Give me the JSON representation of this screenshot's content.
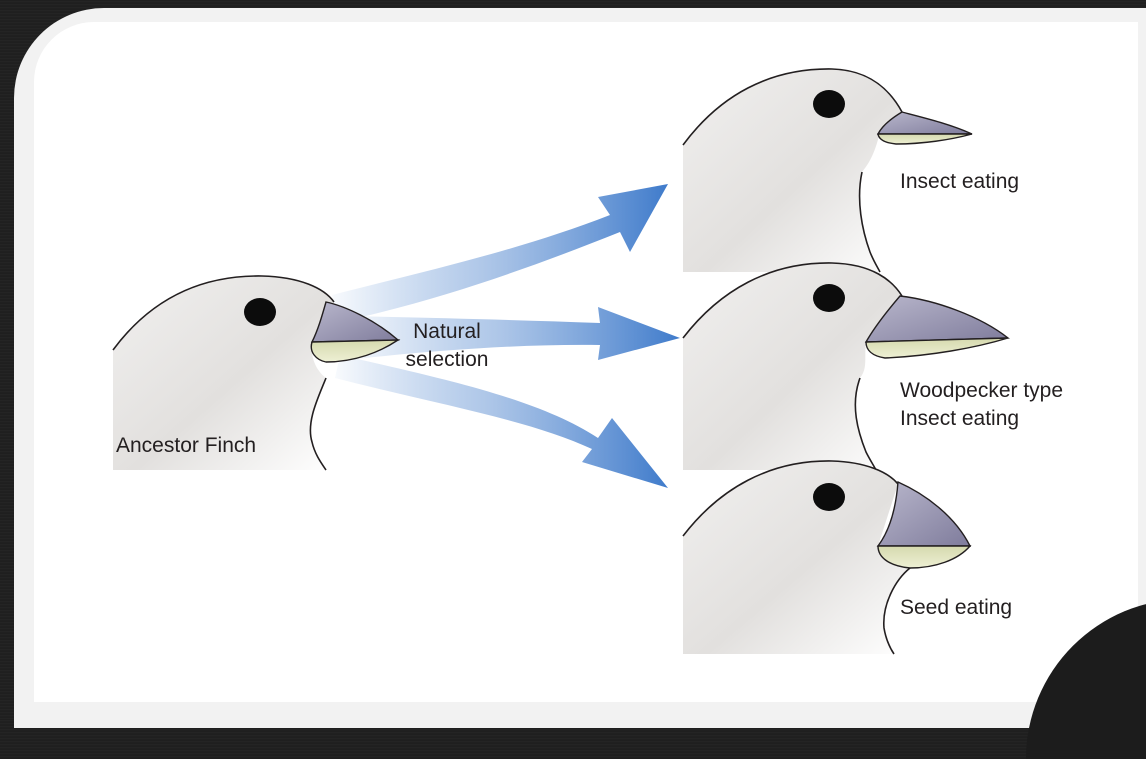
{
  "labels": {
    "ancestor": "Ancestor Finch",
    "process_line1": "Natural",
    "process_line2": "selection",
    "insect": "Insect eating",
    "woodpecker_line1": "Woodpecker type",
    "woodpecker_line2": "Insect eating",
    "seed": "Seed eating"
  },
  "colors": {
    "arrow": "#4f86cf",
    "head_fill": "#e3e1df",
    "beak_upper": "#9b98b4",
    "beak_lower": "#dfe3b8",
    "outline": "#231f20"
  }
}
